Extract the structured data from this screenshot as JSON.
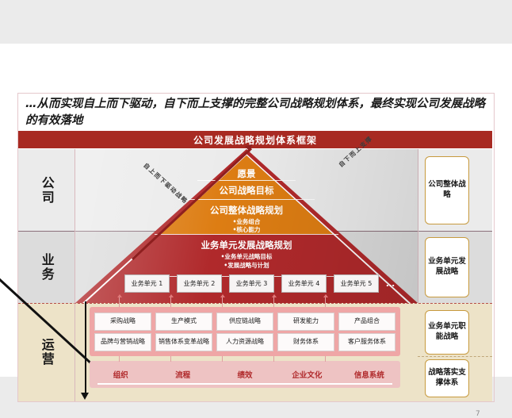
{
  "slide": {
    "headline": "…从而实现自上而下驱动，自下而上支撑的完整公司战略规划体系，最终实现公司发展战略的有效落地",
    "title_bar": "公司发展战略规划体系框架",
    "page_number": "7"
  },
  "left_labels": [
    {
      "text": "公司"
    },
    {
      "text": "业务"
    },
    {
      "text": "运营"
    }
  ],
  "diagonals": {
    "left": "自上而下驱动战略",
    "right": "自下而上支撑"
  },
  "pyramid": {
    "vision": "愿景",
    "goal": "公司战略目标",
    "plan": "公司整体战略规划",
    "plan_bullets": [
      "•业务组合",
      "•核心能力"
    ],
    "bu_title": "业务单元发展战略规划",
    "bu_bullets": [
      "•业务单元战略目标",
      "•发展战略与计划"
    ],
    "business_units": [
      "业务单元 1",
      "业务单元 2",
      "业务单元 3",
      "业务单元 4",
      "业务单元 5"
    ],
    "business_units_more": "…"
  },
  "operations": {
    "row1": [
      "采购战略",
      "生产模式",
      "供应链战略",
      "研发能力",
      "产品组合"
    ],
    "row2": [
      "品牌与营销战略",
      "销售体系变革战略",
      "人力资源战略",
      "财务体系",
      "客户服务体系"
    ],
    "foundation": [
      "组织",
      "流程",
      "绩效",
      "企业文化",
      "信息系统"
    ]
  },
  "right_labels": [
    {
      "text": "公司整体战略"
    },
    {
      "text": "业务单元发展战略"
    },
    {
      "text": "业务单元职能战略"
    },
    {
      "text": "战略落实支撑体系"
    }
  ],
  "colors": {
    "title_bar": "#a82a22",
    "orange": "#dd7d13",
    "dark_red": "#b0292b",
    "ops_pink": "#efa6a6",
    "foundation_pink": "#eec3c3",
    "right_label_border": "#c79a3e",
    "band_ops_bg": "#ede3c8"
  }
}
